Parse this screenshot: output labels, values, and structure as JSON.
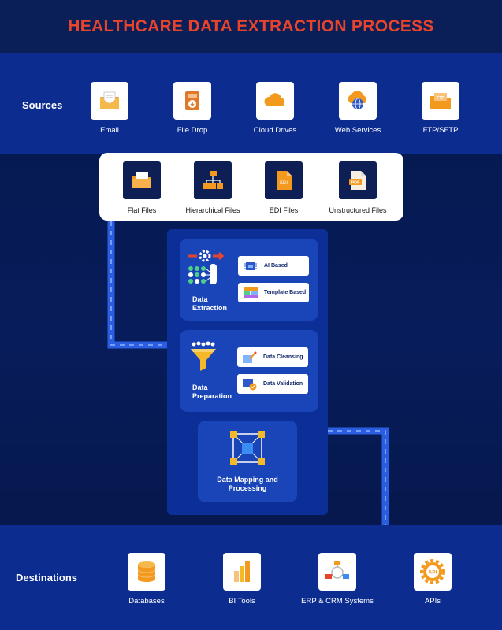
{
  "title": "HEALTHCARE DATA EXTRACTION PROCESS",
  "colors": {
    "title": "#e8442c",
    "band": "#0c2d8f",
    "panel": "#0c2f97",
    "connector": "#2a5de0"
  },
  "sources": {
    "label": "Sources",
    "items": [
      {
        "label": "Email",
        "icon": "envelope-icon"
      },
      {
        "label": "File Drop",
        "icon": "file-drop-icon"
      },
      {
        "label": "Cloud Drives",
        "icon": "cloud-icon"
      },
      {
        "label": "Web Services",
        "icon": "globe-icon"
      },
      {
        "label": "FTP/SFTP",
        "icon": "ftp-folder-icon"
      }
    ]
  },
  "files": {
    "items": [
      {
        "label": "Flat Files",
        "icon": "flat-file-icon"
      },
      {
        "label": "Hierarchical Files",
        "icon": "hierarchy-icon"
      },
      {
        "label": "EDI Files",
        "icon": "edi-file-icon",
        "badge": "EDI"
      },
      {
        "label": "Unstructured Files",
        "icon": "pdf-file-icon",
        "badge": "PDF"
      }
    ]
  },
  "process": {
    "extraction": {
      "title": "Data\nExtraction",
      "options": [
        "AI Based",
        "Template Based"
      ]
    },
    "preparation": {
      "title": "Data\nPreparation",
      "options": [
        "Data Cleansing",
        "Data Validation"
      ]
    },
    "mapping": {
      "title": "Data Mapping and\nProcessing"
    }
  },
  "destinations": {
    "label": "Destinations",
    "items": [
      {
        "label": "Databases",
        "icon": "database-icon"
      },
      {
        "label": "BI Tools",
        "icon": "bar-chart-icon"
      },
      {
        "label": "ERP & CRM Systems",
        "icon": "network-icon"
      },
      {
        "label": "APIs",
        "icon": "api-gear-icon",
        "badge": "API"
      }
    ]
  }
}
